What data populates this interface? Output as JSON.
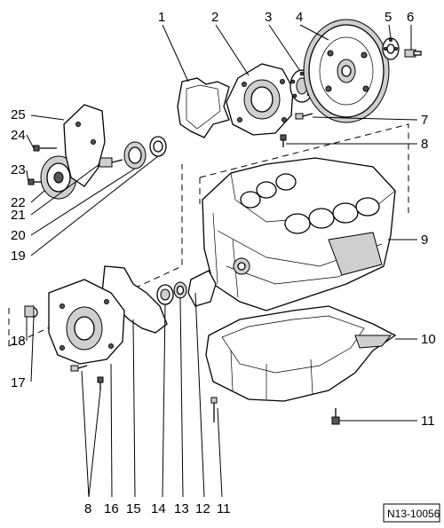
{
  "diagram": {
    "reference_code": "N13-10056",
    "callouts": [
      "1",
      "2",
      "3",
      "4",
      "5",
      "6",
      "7",
      "8",
      "9",
      "10",
      "11",
      "12",
      "13",
      "14",
      "15",
      "16",
      "17",
      "18",
      "19",
      "20",
      "21",
      "22",
      "23",
      "24",
      "25"
    ]
  }
}
